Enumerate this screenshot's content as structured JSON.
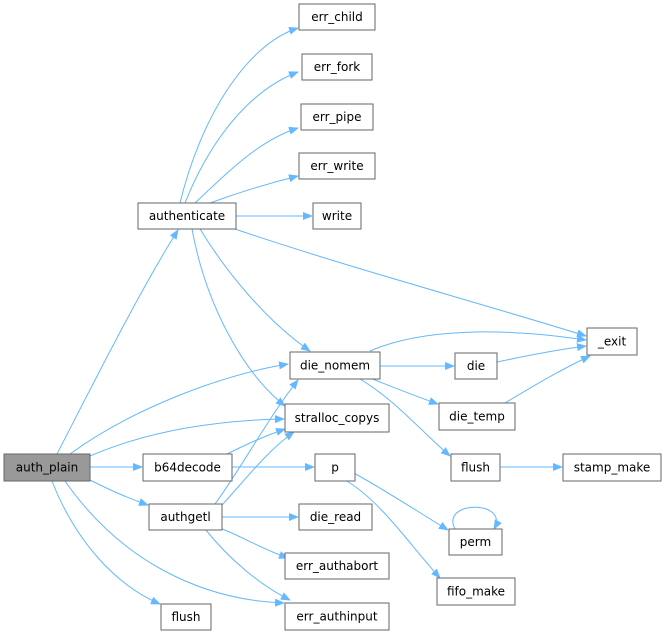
{
  "colors": {
    "edge": "#63b8ff",
    "node_border": "#666666",
    "node_fill": "#ffffff",
    "root_fill": "#999999",
    "root_border": "#666666",
    "text": "#000000"
  },
  "nodes": {
    "auth_plain": "auth_plain",
    "authenticate": "authenticate",
    "err_child": "err_child",
    "err_fork": "err_fork",
    "err_pipe": "err_pipe",
    "err_write": "err_write",
    "write": "write",
    "exit": "_exit",
    "die_nomem": "die_nomem",
    "die": "die",
    "die_temp": "die_temp",
    "stralloc_copys": "stralloc_copys",
    "b64decode": "b64decode",
    "p": "p",
    "flush_a": "flush",
    "stamp_make": "stamp_make",
    "authgetl": "authgetl",
    "die_read": "die_read",
    "perm": "perm",
    "err_authabort": "err_authabort",
    "fifo_make": "fifo_make",
    "err_authinput": "err_authinput",
    "flush_b": "flush"
  }
}
